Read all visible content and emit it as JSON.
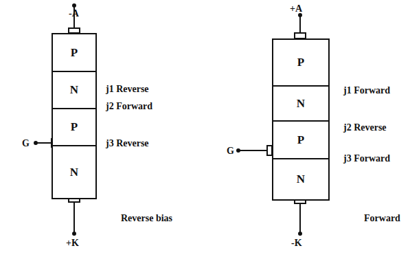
{
  "diagram": {
    "nodes": [
      {
        "text": [
          "P"
        ]
      },
      {
        "text": [
          "N"
        ]
      },
      {
        "text": [
          "P"
        ]
      },
      {
        "text": [
          "N"
        ]
      },
      {
        "text": [
          "P"
        ]
      },
      {
        "text": [
          "N"
        ]
      },
      {
        "text": [
          "P"
        ]
      },
      {
        "text": [
          "N"
        ]
      }
    ],
    "labels": [
      "-A",
      "+K",
      "G",
      "j1 Reverse",
      "j2 Forward",
      "j3 Reverse",
      "Reverse bias",
      "+A",
      "-K",
      "G",
      "j1 Forward",
      "j2 Reverse",
      "j3 Forward",
      "Forward"
    ]
  }
}
